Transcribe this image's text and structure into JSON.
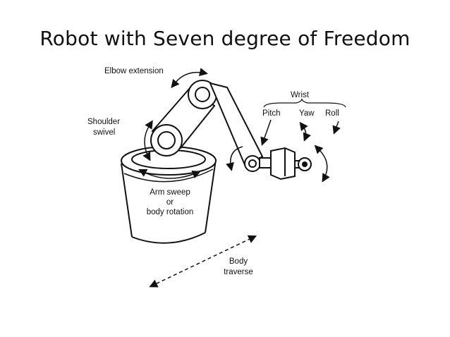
{
  "slide": {
    "title": "Robot with Seven degree of Freedom"
  },
  "labels": {
    "elbow_extension": "Elbow extension",
    "wrist": "Wrist",
    "pitch": "Pitch",
    "yaw": "Yaw",
    "roll": "Roll",
    "shoulder": "Shoulder",
    "swivel": "swivel",
    "arm_sweep": "Arm sweep",
    "or": "or",
    "body_rotation": "body rotation",
    "body": "Body",
    "traverse": "traverse"
  },
  "colors": {
    "ink": "#111111",
    "background": "#ffffff"
  }
}
